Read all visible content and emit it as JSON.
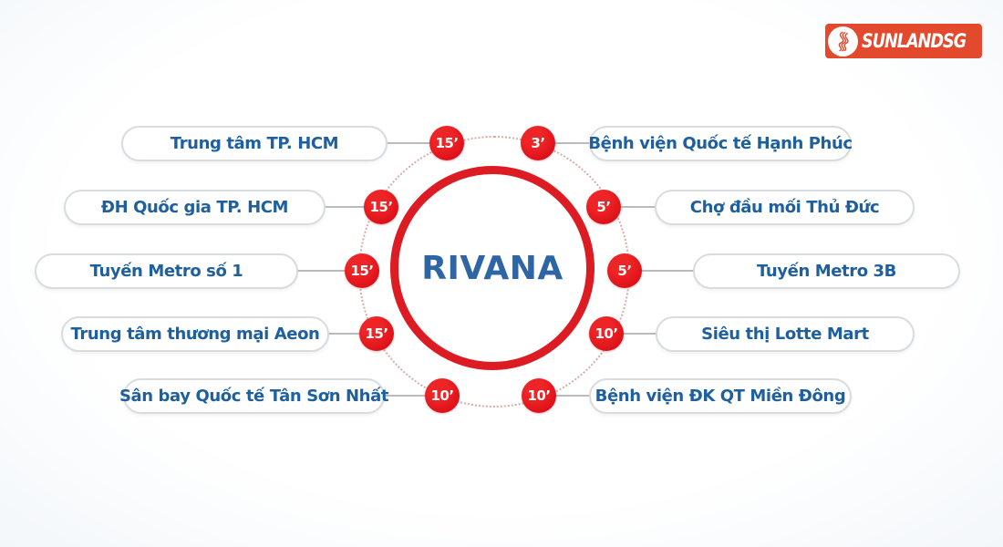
{
  "brand": {
    "name": "SUNLANDSG"
  },
  "center": {
    "name": "RIVANA"
  },
  "left_items": [
    {
      "label": "Trung tâm TP. HCM",
      "time": "15’"
    },
    {
      "label": "ĐH Quốc gia TP. HCM",
      "time": "15’"
    },
    {
      "label": "Tuyến Metro số 1",
      "time": "15’"
    },
    {
      "label": "Trung tâm thương mại Aeon",
      "time": "15’"
    },
    {
      "label": "Sân bay Quốc tế Tân Sơn Nhất",
      "time": "10’"
    }
  ],
  "right_items": [
    {
      "label": "Bệnh viện Quốc tế Hạnh Phúc",
      "time": "3’"
    },
    {
      "label": "Chợ đầu mối Thủ Đức",
      "time": "5’"
    },
    {
      "label": "Tuyến Metro 3B",
      "time": "5’"
    },
    {
      "label": "Siêu thị Lotte Mart",
      "time": "10’"
    },
    {
      "label": "Bệnh viện ĐK QT Miền Đông",
      "time": "10’"
    }
  ],
  "colors": {
    "badge_red": "#dd0f18",
    "ring_red": "#dc1b23",
    "label_blue": "#1e5f9e",
    "center_blue": "#2d65a5",
    "logo_red": "#e2492d"
  }
}
